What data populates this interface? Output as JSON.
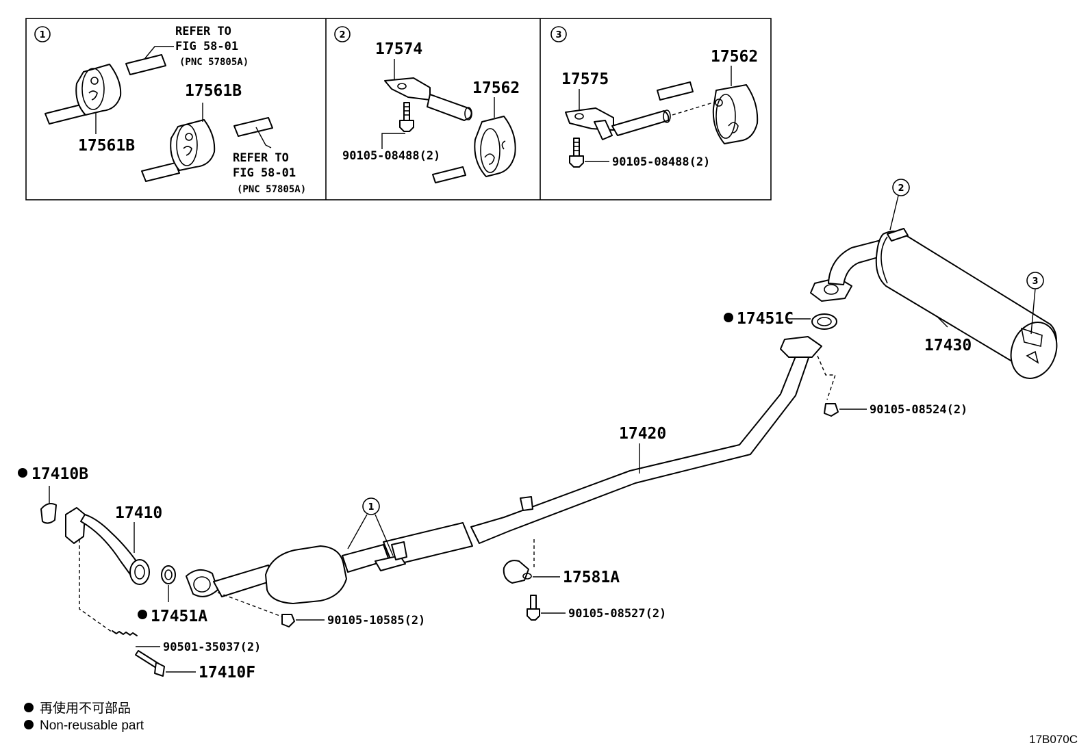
{
  "insets": {
    "inset1": {
      "circle_label": "1",
      "refer_top": [
        "REFER TO",
        "FIG 58-01",
        "(PNC 57805A)"
      ],
      "refer_bottom": [
        "REFER TO",
        "FIG 58-01",
        "(PNC 57805A)"
      ],
      "part_left": "17561B",
      "part_right": "17561B"
    },
    "inset2": {
      "circle_label": "2",
      "bracket": "17574",
      "hanger": "17562",
      "bolt": "90105-08488(2)"
    },
    "inset3": {
      "circle_label": "3",
      "bracket": "17575",
      "hanger": "17562",
      "bolt": "90105-08488(2)"
    }
  },
  "callouts": {
    "c1": "1",
    "c2": "2",
    "c3": "3"
  },
  "parts": {
    "gasket_front": "17410B",
    "front_pipe": "17410",
    "gasket_a": "17451A",
    "spring": "90501-35037(2)",
    "bolt_f": "17410F",
    "bolt_converter": "90105-10585(2)",
    "center_pipe": "17420",
    "hanger_a": "17581A",
    "bolt_hanger": "90105-08527(2)",
    "gasket_c": "17451C",
    "tail_bolt": "90105-08524(2)",
    "tail_pipe": "17430"
  },
  "legend": {
    "line_jp": "再使用不可部品",
    "line_en": "Non-reusable part"
  },
  "figure_code": "17B070C"
}
